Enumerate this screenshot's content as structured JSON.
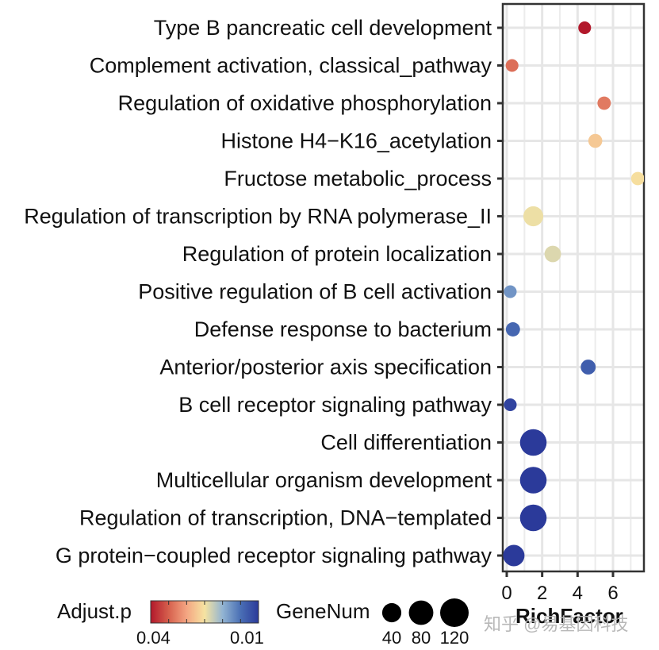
{
  "chart_data": {
    "type": "scatter",
    "xlabel": "RichFactor",
    "ylabel": "",
    "xlim": [
      -0.2,
      7.5
    ],
    "x_ticks": [
      0,
      2,
      4,
      6
    ],
    "highlight_color": "#e02a2a",
    "terms": [
      {
        "label": "Type B pancreatic cell development",
        "x": 4.4,
        "size": 10,
        "padj": 0.045,
        "highlight": false
      },
      {
        "label": "Complement activation, classical_pathway",
        "x": 0.3,
        "size": 10,
        "padj": 0.038,
        "highlight": false
      },
      {
        "label": "Regulation of oxidative phosphorylation",
        "x": 5.5,
        "size": 12,
        "padj": 0.037,
        "highlight": true
      },
      {
        "label": "Histone H4−K16_acetylation",
        "x": 5.0,
        "size": 14,
        "padj": 0.03,
        "highlight": false
      },
      {
        "label": "Fructose metabolic_process",
        "x": 7.4,
        "size": 12,
        "padj": 0.028,
        "highlight": false
      },
      {
        "label": "Regulation of transcription by RNA polymerase_II",
        "x": 1.5,
        "size": 45,
        "padj": 0.027,
        "highlight": false
      },
      {
        "label": "Regulation of protein localization",
        "x": 2.6,
        "size": 25,
        "padj": 0.026,
        "highlight": false
      },
      {
        "label": "Positive regulation of B cell activation",
        "x": 0.2,
        "size": 10,
        "padj": 0.019,
        "highlight": false
      },
      {
        "label": "Defense response to bacterium",
        "x": 0.35,
        "size": 15,
        "padj": 0.015,
        "highlight": false
      },
      {
        "label": "Anterior/posterior axis specification",
        "x": 4.6,
        "size": 18,
        "padj": 0.014,
        "highlight": false
      },
      {
        "label": "B cell receptor signaling pathway",
        "x": 0.2,
        "size": 10,
        "padj": 0.011,
        "highlight": false
      },
      {
        "label": "Cell differentiation",
        "x": 1.5,
        "size": 100,
        "padj": 0.01,
        "highlight": false
      },
      {
        "label": "Multicellular organism development",
        "x": 1.5,
        "size": 100,
        "padj": 0.01,
        "highlight": false
      },
      {
        "label": "Regulation of transcription, DNA−templated",
        "x": 1.5,
        "size": 100,
        "padj": 0.01,
        "highlight": false
      },
      {
        "label": "G protein−coupled receptor signaling pathway",
        "x": 0.4,
        "size": 55,
        "padj": 0.01,
        "highlight": false
      }
    ],
    "color_legend": {
      "title": "Adjust.p",
      "min_label": "0.04",
      "max_label": "0.01",
      "range": [
        0.045,
        0.01
      ],
      "stops": [
        "#b2182b",
        "#d6604d",
        "#f4a582",
        "#f6e3a1",
        "#92b4d2",
        "#4a6fb5",
        "#2b3a9a"
      ]
    },
    "size_legend": {
      "title": "GeneNum",
      "values": [
        40,
        80,
        120
      ],
      "labels": [
        "40",
        "80",
        "120"
      ],
      "color": "#000000"
    }
  },
  "watermark": "知乎 @易基因科技"
}
